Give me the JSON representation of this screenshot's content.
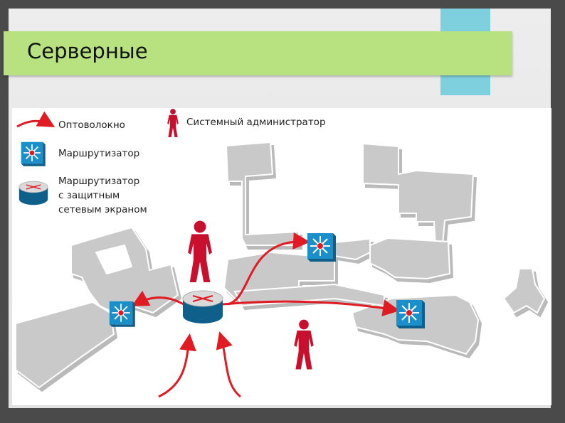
{
  "slide": {
    "title": "Серверные"
  },
  "legend": {
    "fiber": "Оптоволокно",
    "sysadmin": "Системный администратор",
    "router": "Маршрутизатор",
    "firewall_line1": "Маршрутизатор",
    "firewall_line2": "с защитным",
    "firewall_line3": "сетевым экраном"
  },
  "colors": {
    "title_bar": "#b7e27f",
    "accent": "#7fd0de",
    "fiber": "#e01b24",
    "person": "#c8102e",
    "router": "#1a8fc9",
    "building": "#c9c9c9"
  },
  "icons": [
    "fiber-arrow-icon",
    "person-icon",
    "router-icon",
    "firewall-router-icon"
  ]
}
